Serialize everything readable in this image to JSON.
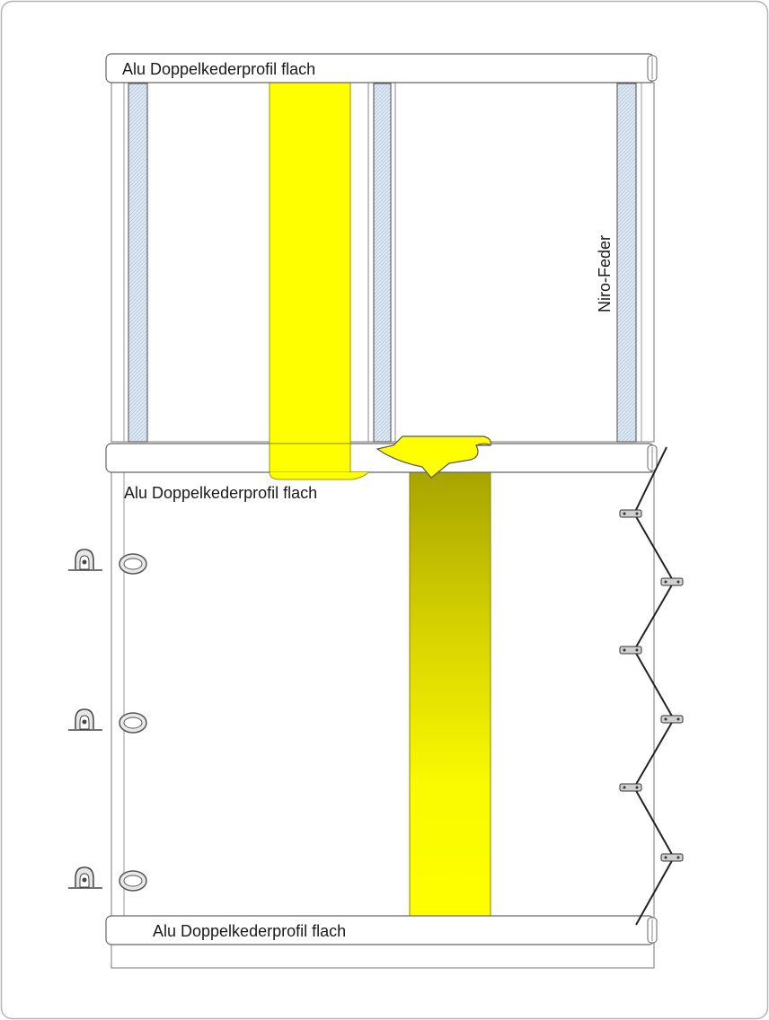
{
  "labels": {
    "profile_top": "Alu Doppelkederprofil flach",
    "profile_middle": "Alu Doppelkederprofil flach",
    "profile_bottom": "Alu Doppelkederprofil flach",
    "spring": "Niro-Feder"
  },
  "colors": {
    "strap_yellow": "#ffff00",
    "strap_dark": "#b8b400",
    "spring_fill": "#dbe8f5",
    "outline": "#555555"
  }
}
